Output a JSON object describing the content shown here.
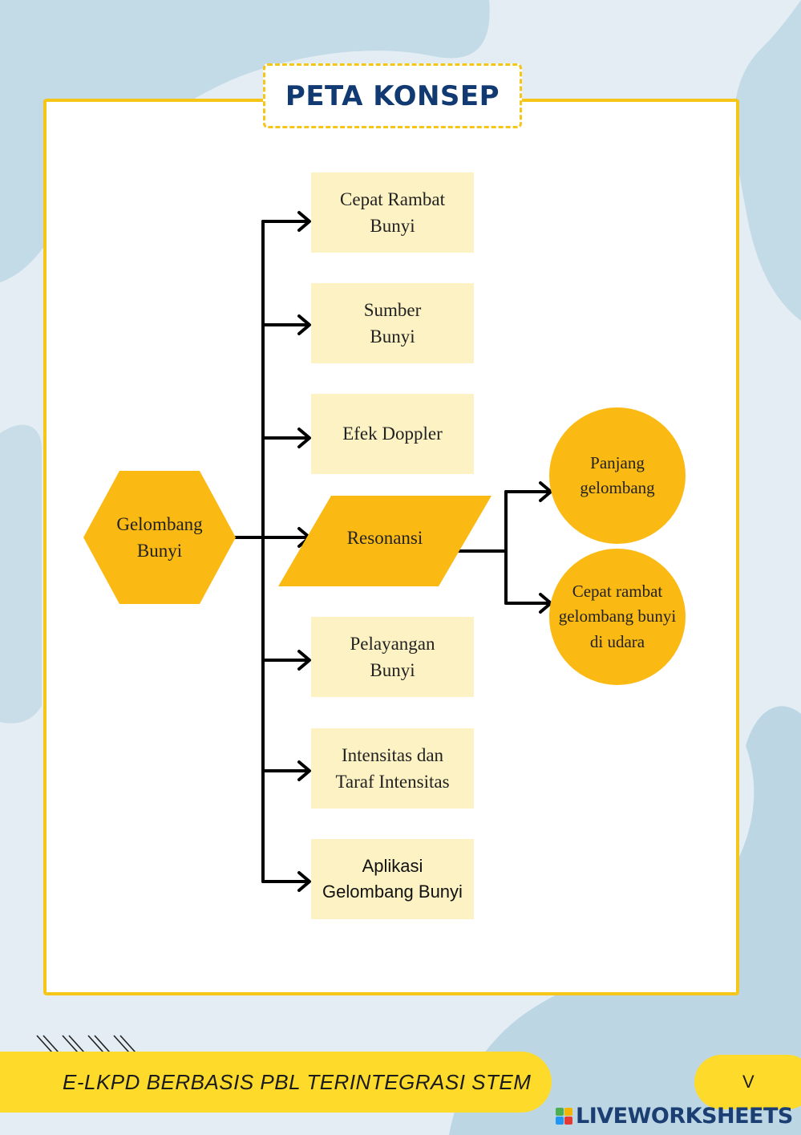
{
  "title": "PETA KONSEP",
  "nodes": {
    "root": "Gelombang\nBunyi",
    "cepat_rambat": "Cepat Rambat\nBunyi",
    "sumber": "Sumber\nBunyi",
    "doppler": "Efek Doppler",
    "resonansi": "Resonansi",
    "pelayangan": "Pelayangan\nBunyi",
    "intensitas": "Intensitas dan\nTaraf Intensitas",
    "aplikasi": "Aplikasi\nGelombang Bunyi",
    "panjang": "Panjang\ngelombang",
    "cepat_udara": "Cepat rambat\ngelombang bunyi\ndi udara"
  },
  "footer": {
    "text": "E-LKPD BERBASIS PBL TERINTEGRASI STEM",
    "page": "V"
  },
  "brand": {
    "name": "LIVEWORKSHEETS"
  },
  "colors": {
    "accent_yellow": "#fbb913",
    "light_yellow": "#fdf2c3",
    "frame_yellow": "#f5c518",
    "title_navy": "#123a72",
    "background": "#e3edf3"
  }
}
